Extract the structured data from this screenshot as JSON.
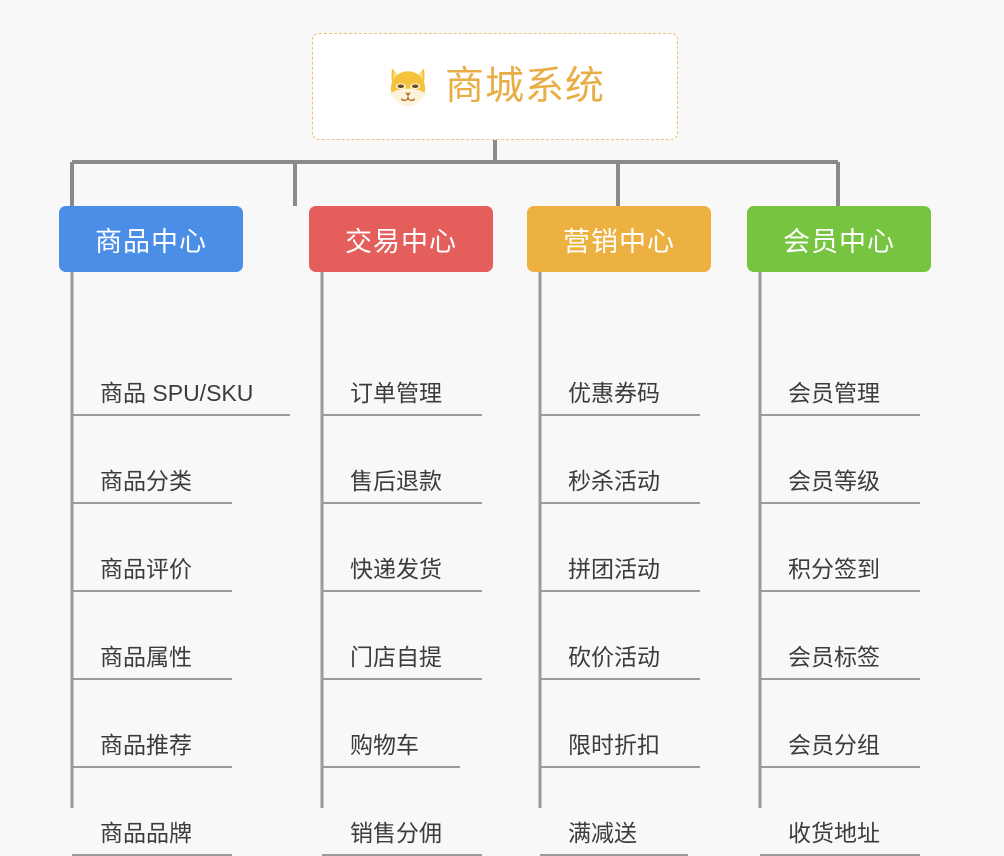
{
  "root": {
    "title": "商城系统",
    "icon": "shiba-dog-face-icon",
    "text_color": "#e8ae45",
    "border_color": "#edc07a",
    "background": "#ffffff"
  },
  "canvas": {
    "background": "#f8f8f8",
    "connector_color": "#8a8a8a"
  },
  "categories": [
    {
      "label": "商品中心",
      "color": "#4a8ee8",
      "items": [
        {
          "label": "商品 SPU/SKU"
        },
        {
          "label": "商品分类"
        },
        {
          "label": "商品评价"
        },
        {
          "label": "商品属性"
        },
        {
          "label": "商品推荐"
        },
        {
          "label": "商品品牌"
        }
      ]
    },
    {
      "label": "交易中心",
      "color": "#e45e5b",
      "items": [
        {
          "label": "订单管理"
        },
        {
          "label": "售后退款"
        },
        {
          "label": "快递发货"
        },
        {
          "label": "门店自提"
        },
        {
          "label": "购物车"
        },
        {
          "label": "销售分佣"
        }
      ]
    },
    {
      "label": "营销中心",
      "color": "#edb141",
      "items": [
        {
          "label": "优惠券码"
        },
        {
          "label": "秒杀活动"
        },
        {
          "label": "拼团活动"
        },
        {
          "label": "砍价活动"
        },
        {
          "label": "限时折扣"
        },
        {
          "label": "满减送"
        }
      ]
    },
    {
      "label": "会员中心",
      "color": "#76c440",
      "items": [
        {
          "label": "会员管理"
        },
        {
          "label": "会员等级"
        },
        {
          "label": "积分签到"
        },
        {
          "label": "会员标签"
        },
        {
          "label": "会员分组"
        },
        {
          "label": "收货地址"
        }
      ]
    }
  ]
}
